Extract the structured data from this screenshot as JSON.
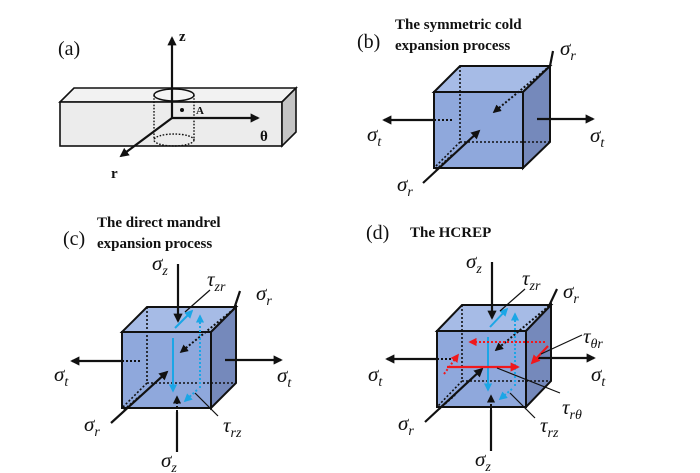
{
  "figure": {
    "colors": {
      "cube_front": "#8fa8dc",
      "cube_top": "#a6bbe6",
      "cube_right": "#7589bb",
      "bar_face": "#ececec",
      "bar_end": "#c4c4c4",
      "shear_blue": "#1ba6e6",
      "shear_red": "#f0181c",
      "ink": "#111111"
    },
    "panels": {
      "a": {
        "letter": "(a)",
        "axes": {
          "z": "z",
          "theta": "θ",
          "r": "r"
        },
        "point_label": "A"
      },
      "b": {
        "letter": "(b)",
        "title_line1": "The symmetric cold",
        "title_line2": "expansion process",
        "labels": {
          "sigma_r_top": {
            "base": "σ",
            "sub": "r"
          },
          "sigma_r_bottom": {
            "base": "σ",
            "sub": "r"
          },
          "sigma_t_left": {
            "base": "σ",
            "sub": "t"
          },
          "sigma_t_right": {
            "base": "σ",
            "sub": "t"
          }
        }
      },
      "c": {
        "letter": "(c)",
        "title_line1": "The direct mandrel",
        "title_line2": "expansion process",
        "labels": {
          "sigma_z_top": {
            "base": "σ",
            "sub": "z"
          },
          "sigma_z_bottom": {
            "base": "σ",
            "sub": "z"
          },
          "sigma_r_top": {
            "base": "σ",
            "sub": "r"
          },
          "sigma_r_bottom": {
            "base": "σ",
            "sub": "r"
          },
          "sigma_t_left": {
            "base": "σ",
            "sub": "t"
          },
          "sigma_t_right": {
            "base": "σ",
            "sub": "t"
          },
          "tau_zr": {
            "base": "τ",
            "sub": "zr"
          },
          "tau_rz": {
            "base": "τ",
            "sub": "rz"
          }
        }
      },
      "d": {
        "letter": "(d)",
        "title_line1": "The HCREP",
        "labels": {
          "sigma_z_top": {
            "base": "σ",
            "sub": "z"
          },
          "sigma_z_bottom": {
            "base": "σ",
            "sub": "z"
          },
          "sigma_r_top": {
            "base": "σ",
            "sub": "r"
          },
          "sigma_r_bottom": {
            "base": "σ",
            "sub": "r"
          },
          "sigma_t_left": {
            "base": "σ",
            "sub": "t"
          },
          "sigma_t_right": {
            "base": "σ",
            "sub": "t"
          },
          "tau_zr": {
            "base": "τ",
            "sub": "zr"
          },
          "tau_theta_r": {
            "base": "τ",
            "sub": "θr"
          },
          "tau_r_theta": {
            "base": "τ",
            "sub": "rθ"
          },
          "tau_rz": {
            "base": "τ",
            "sub": "rz"
          }
        }
      }
    }
  }
}
